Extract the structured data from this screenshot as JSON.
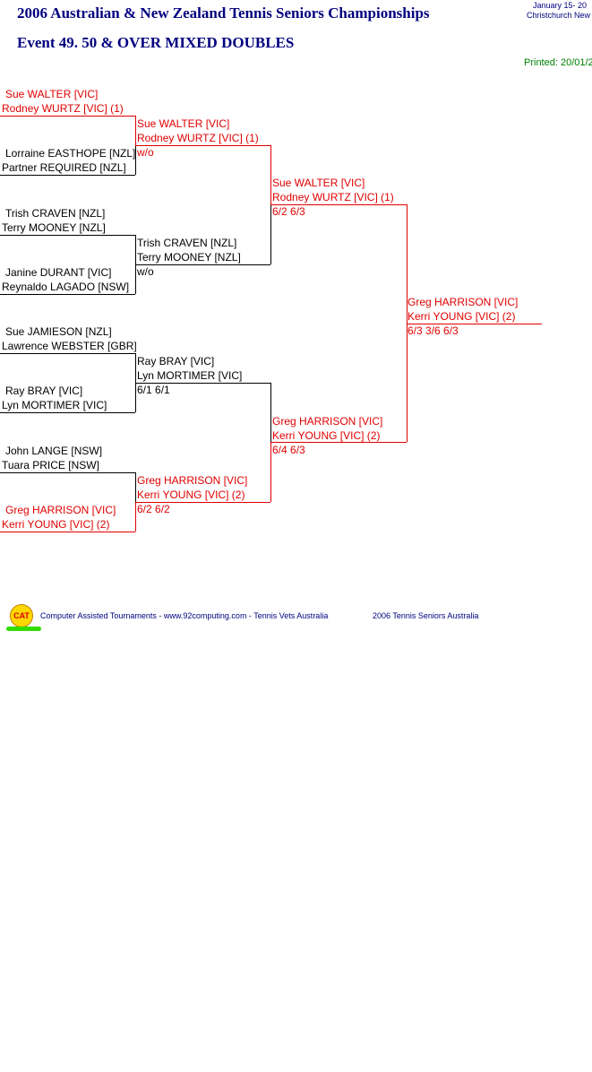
{
  "header": {
    "title": "2006 Australian & New Zealand Tennis Seniors Championships",
    "event": "Event 49. 50 & OVER MIXED DOUBLES",
    "dates": "January  15- 20",
    "location": "Christchurch    New",
    "printed": "Printed: 20/01/2"
  },
  "round1": [
    {
      "p1": "Sue WALTER [VIC]",
      "p2": "Rodney WURTZ [VIC] (1)"
    },
    {
      "p1": "Lorraine EASTHOPE [NZL]",
      "p2": "Partner REQUIRED [NZL]"
    },
    {
      "p1": "Trish CRAVEN [NZL]",
      "p2": "Terry MOONEY [NZL]"
    },
    {
      "p1": "Janine DURANT [VIC]",
      "p2": "Reynaldo LAGADO [NSW]"
    },
    {
      "p1": "Sue JAMIESON [NZL]",
      "p2": "Lawrence WEBSTER [GBR]"
    },
    {
      "p1": "Ray BRAY [VIC]",
      "p2": "Lyn MORTIMER [VIC]"
    },
    {
      "p1": "John LANGE [NSW]",
      "p2": "Tuara PRICE [NSW]"
    },
    {
      "p1": "Greg HARRISON [VIC]",
      "p2": "Kerri YOUNG [VIC] (2)"
    }
  ],
  "round2": [
    {
      "p1": "Sue WALTER [VIC]",
      "p2": "Rodney WURTZ [VIC] (1)",
      "score": "w/o"
    },
    {
      "p1": "Trish CRAVEN [NZL]",
      "p2": "Terry MOONEY [NZL]",
      "score": "w/o"
    },
    {
      "p1": "Ray BRAY [VIC]",
      "p2": "Lyn MORTIMER [VIC]",
      "score": "6/1 6/1"
    },
    {
      "p1": "Greg HARRISON [VIC]",
      "p2": "Kerri YOUNG [VIC] (2)",
      "score": "6/2 6/2"
    }
  ],
  "semis": [
    {
      "p1": "Sue WALTER [VIC]",
      "p2": "Rodney WURTZ [VIC] (1)",
      "score": "6/2 6/3"
    },
    {
      "p1": "Greg HARRISON [VIC]",
      "p2": "Kerri YOUNG [VIC] (2)",
      "score": "6/4 6/3"
    }
  ],
  "final": {
    "p1": "Greg HARRISON [VIC]",
    "p2": "Kerri YOUNG [VIC] (2)",
    "score": "6/3 3/6 6/3"
  },
  "footer": {
    "logo": "CAT",
    "credits": "Computer Assisted Tournaments - www.92computing.com -  Tennis Vets Australia",
    "org": "2006 Tennis Seniors Australia"
  }
}
